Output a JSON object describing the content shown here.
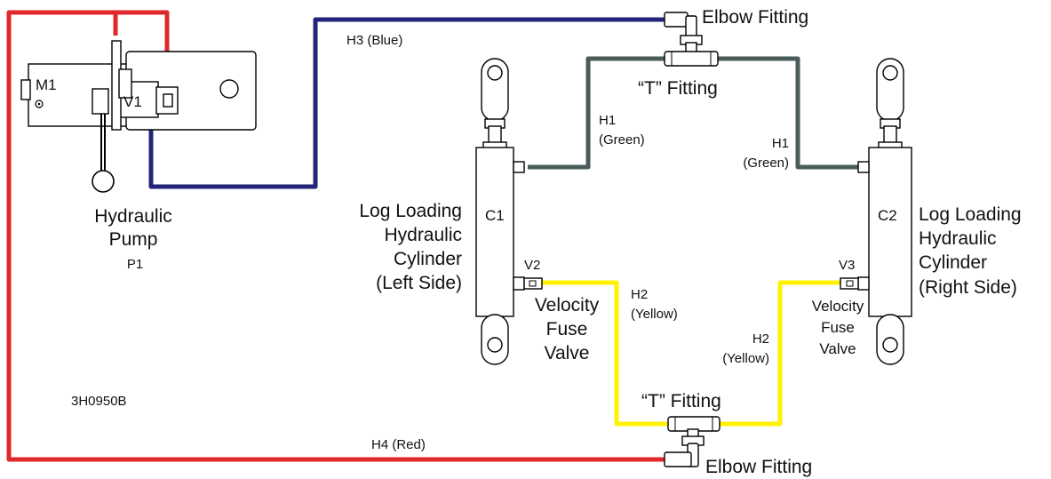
{
  "diagram": {
    "pump": {
      "motor_label": "M1",
      "valve_label": "V1",
      "title_line1": "Hydraulic",
      "title_line2": "Pump",
      "id": "P1"
    },
    "part_number": "3H0950B",
    "hoses": {
      "h3": "H3 (Blue)",
      "h4": "H4 (Red)",
      "h1_left_line1": "H1",
      "h1_left_line2": "(Green)",
      "h1_right_line1": "H1",
      "h1_right_line2": "(Green)",
      "h2_left_line1": "H2",
      "h2_left_line2": "(Yellow)",
      "h2_right_line1": "H2",
      "h2_right_line2": "(Yellow)"
    },
    "fittings": {
      "elbow_top": "Elbow Fitting",
      "tee_top": "“T” Fitting",
      "tee_bottom": "“T” Fitting",
      "elbow_bottom": "Elbow Fitting"
    },
    "cylinders": {
      "left": {
        "id": "C1",
        "valve": "V2",
        "title_lines": [
          "Log Loading",
          "Hydraulic",
          "Cylinder",
          "(Left Side)"
        ],
        "fuse_lines": [
          "Velocity",
          "Fuse",
          "Valve"
        ]
      },
      "right": {
        "id": "C2",
        "valve": "V3",
        "title_lines": [
          "Log Loading",
          "Hydraulic",
          "Cylinder",
          "(Right Side)"
        ],
        "fuse_lines": [
          "Velocity",
          "Fuse",
          "Valve"
        ]
      }
    },
    "colors": {
      "red_hose": "#e0282b",
      "blue_hose": "#24247a",
      "green_hose": "#4a5c5a",
      "yellow_hose": "#fff200"
    }
  }
}
